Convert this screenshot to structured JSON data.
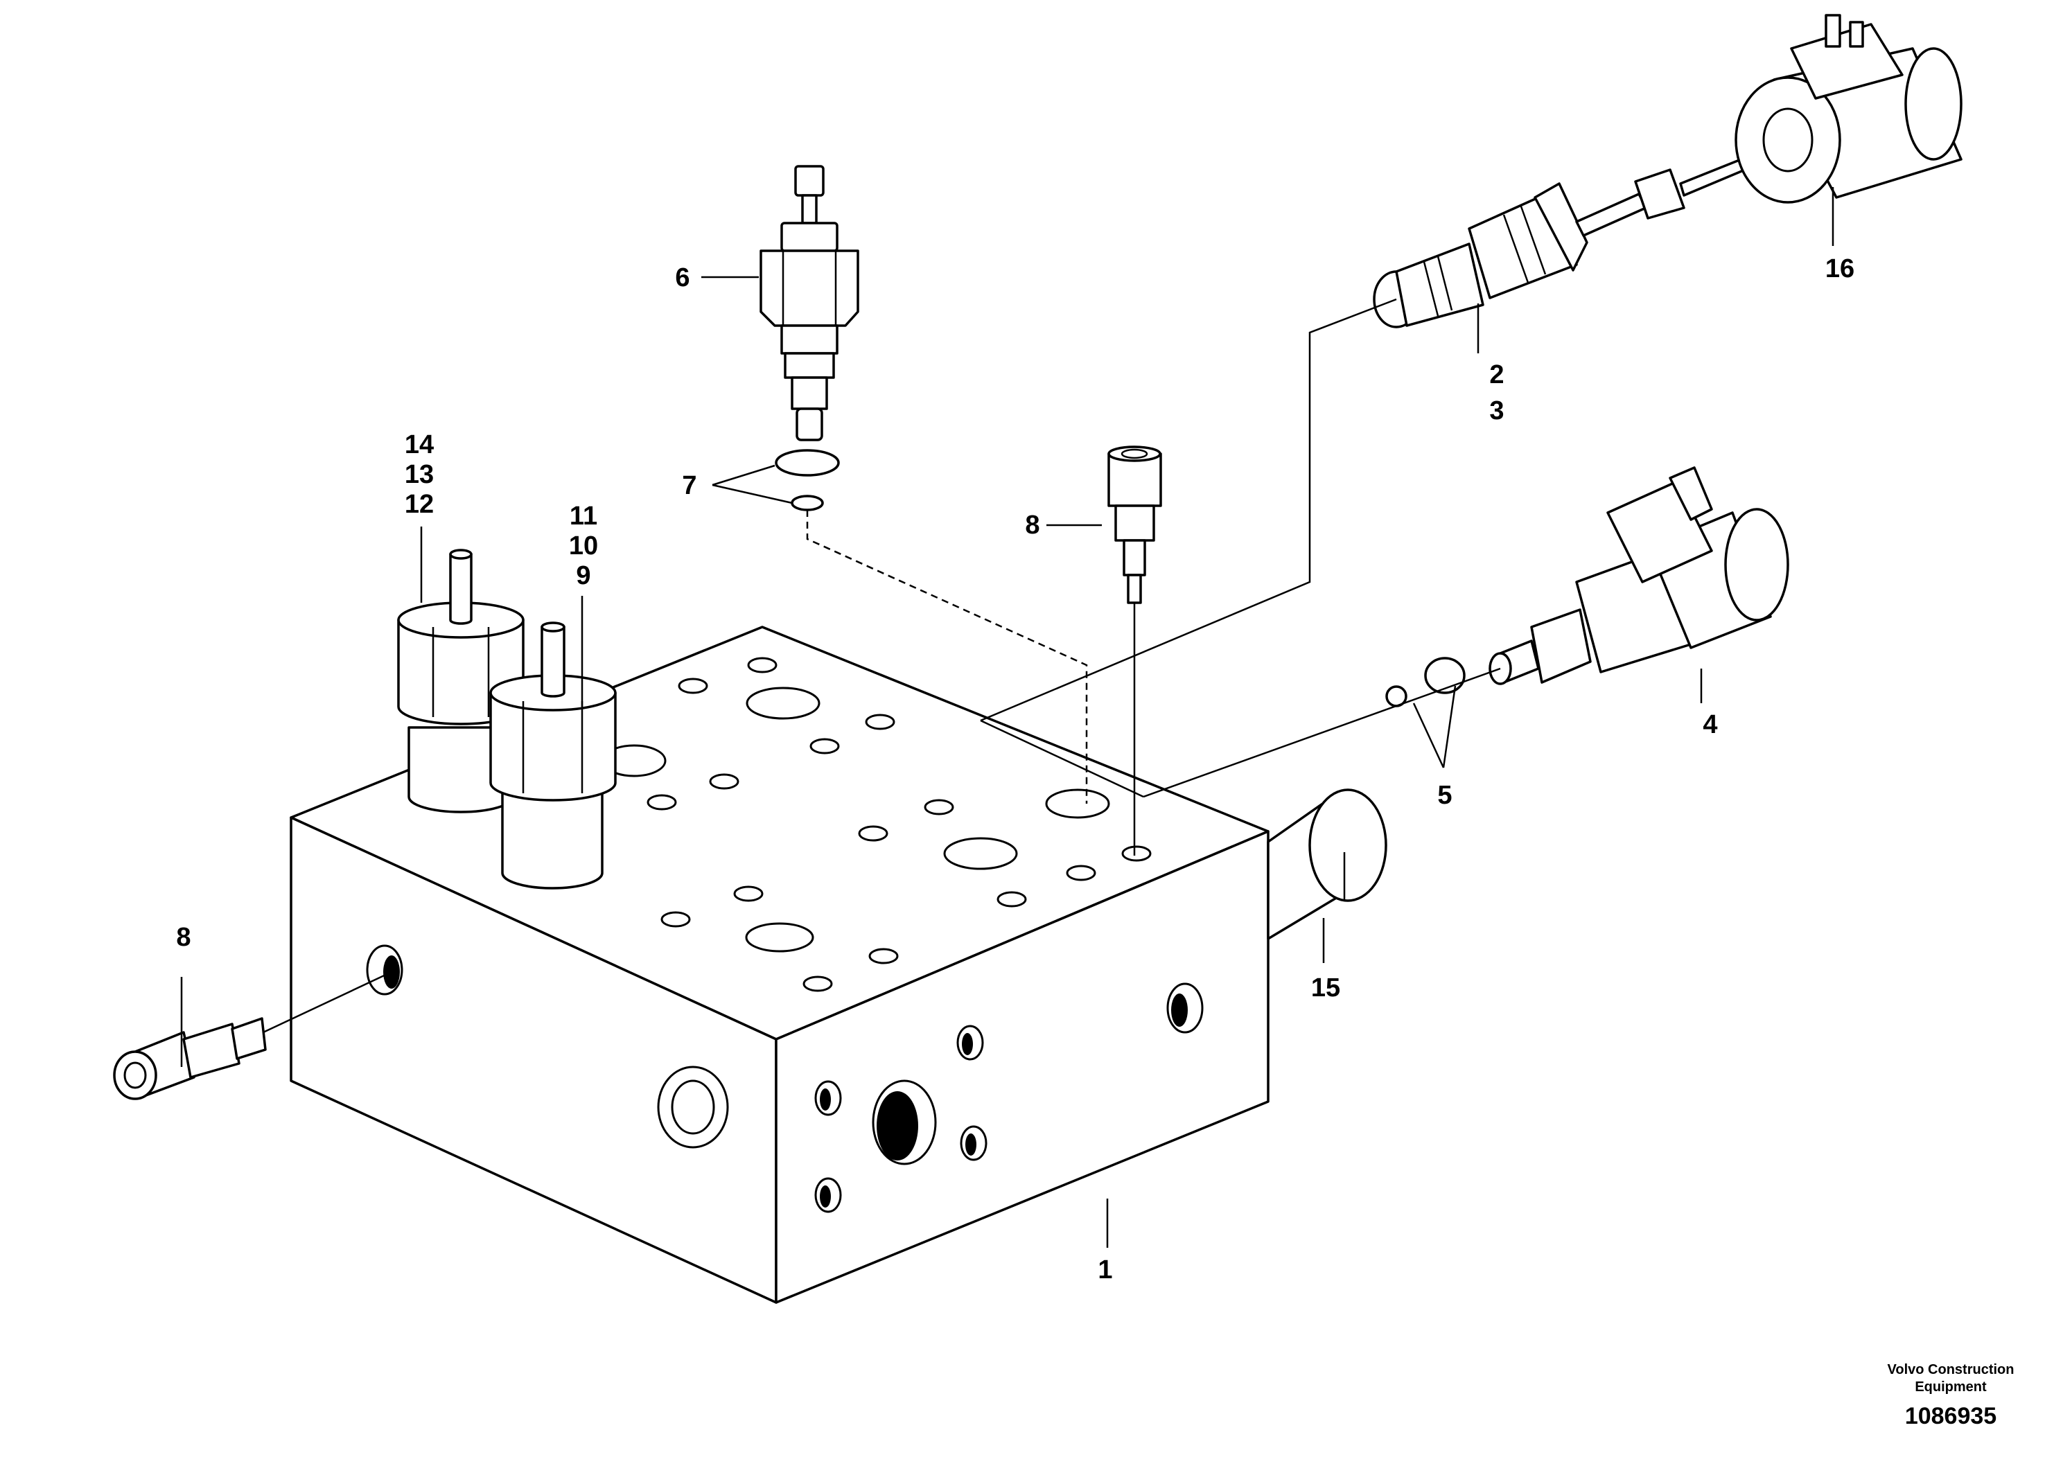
{
  "labels": {
    "l1": "1",
    "l2": "2",
    "l3": "3",
    "l4": "4",
    "l5": "5",
    "l6": "6",
    "l7": "7",
    "l8a": "8",
    "l8b": "8",
    "l9": "9",
    "l10": "10",
    "l11": "11",
    "l12": "12",
    "l13": "13",
    "l14": "14",
    "l15": "15",
    "l16": "16"
  },
  "footer": {
    "brand_line1": "Volvo Construction",
    "brand_line2": "Equipment",
    "doc_number": "1086935"
  }
}
